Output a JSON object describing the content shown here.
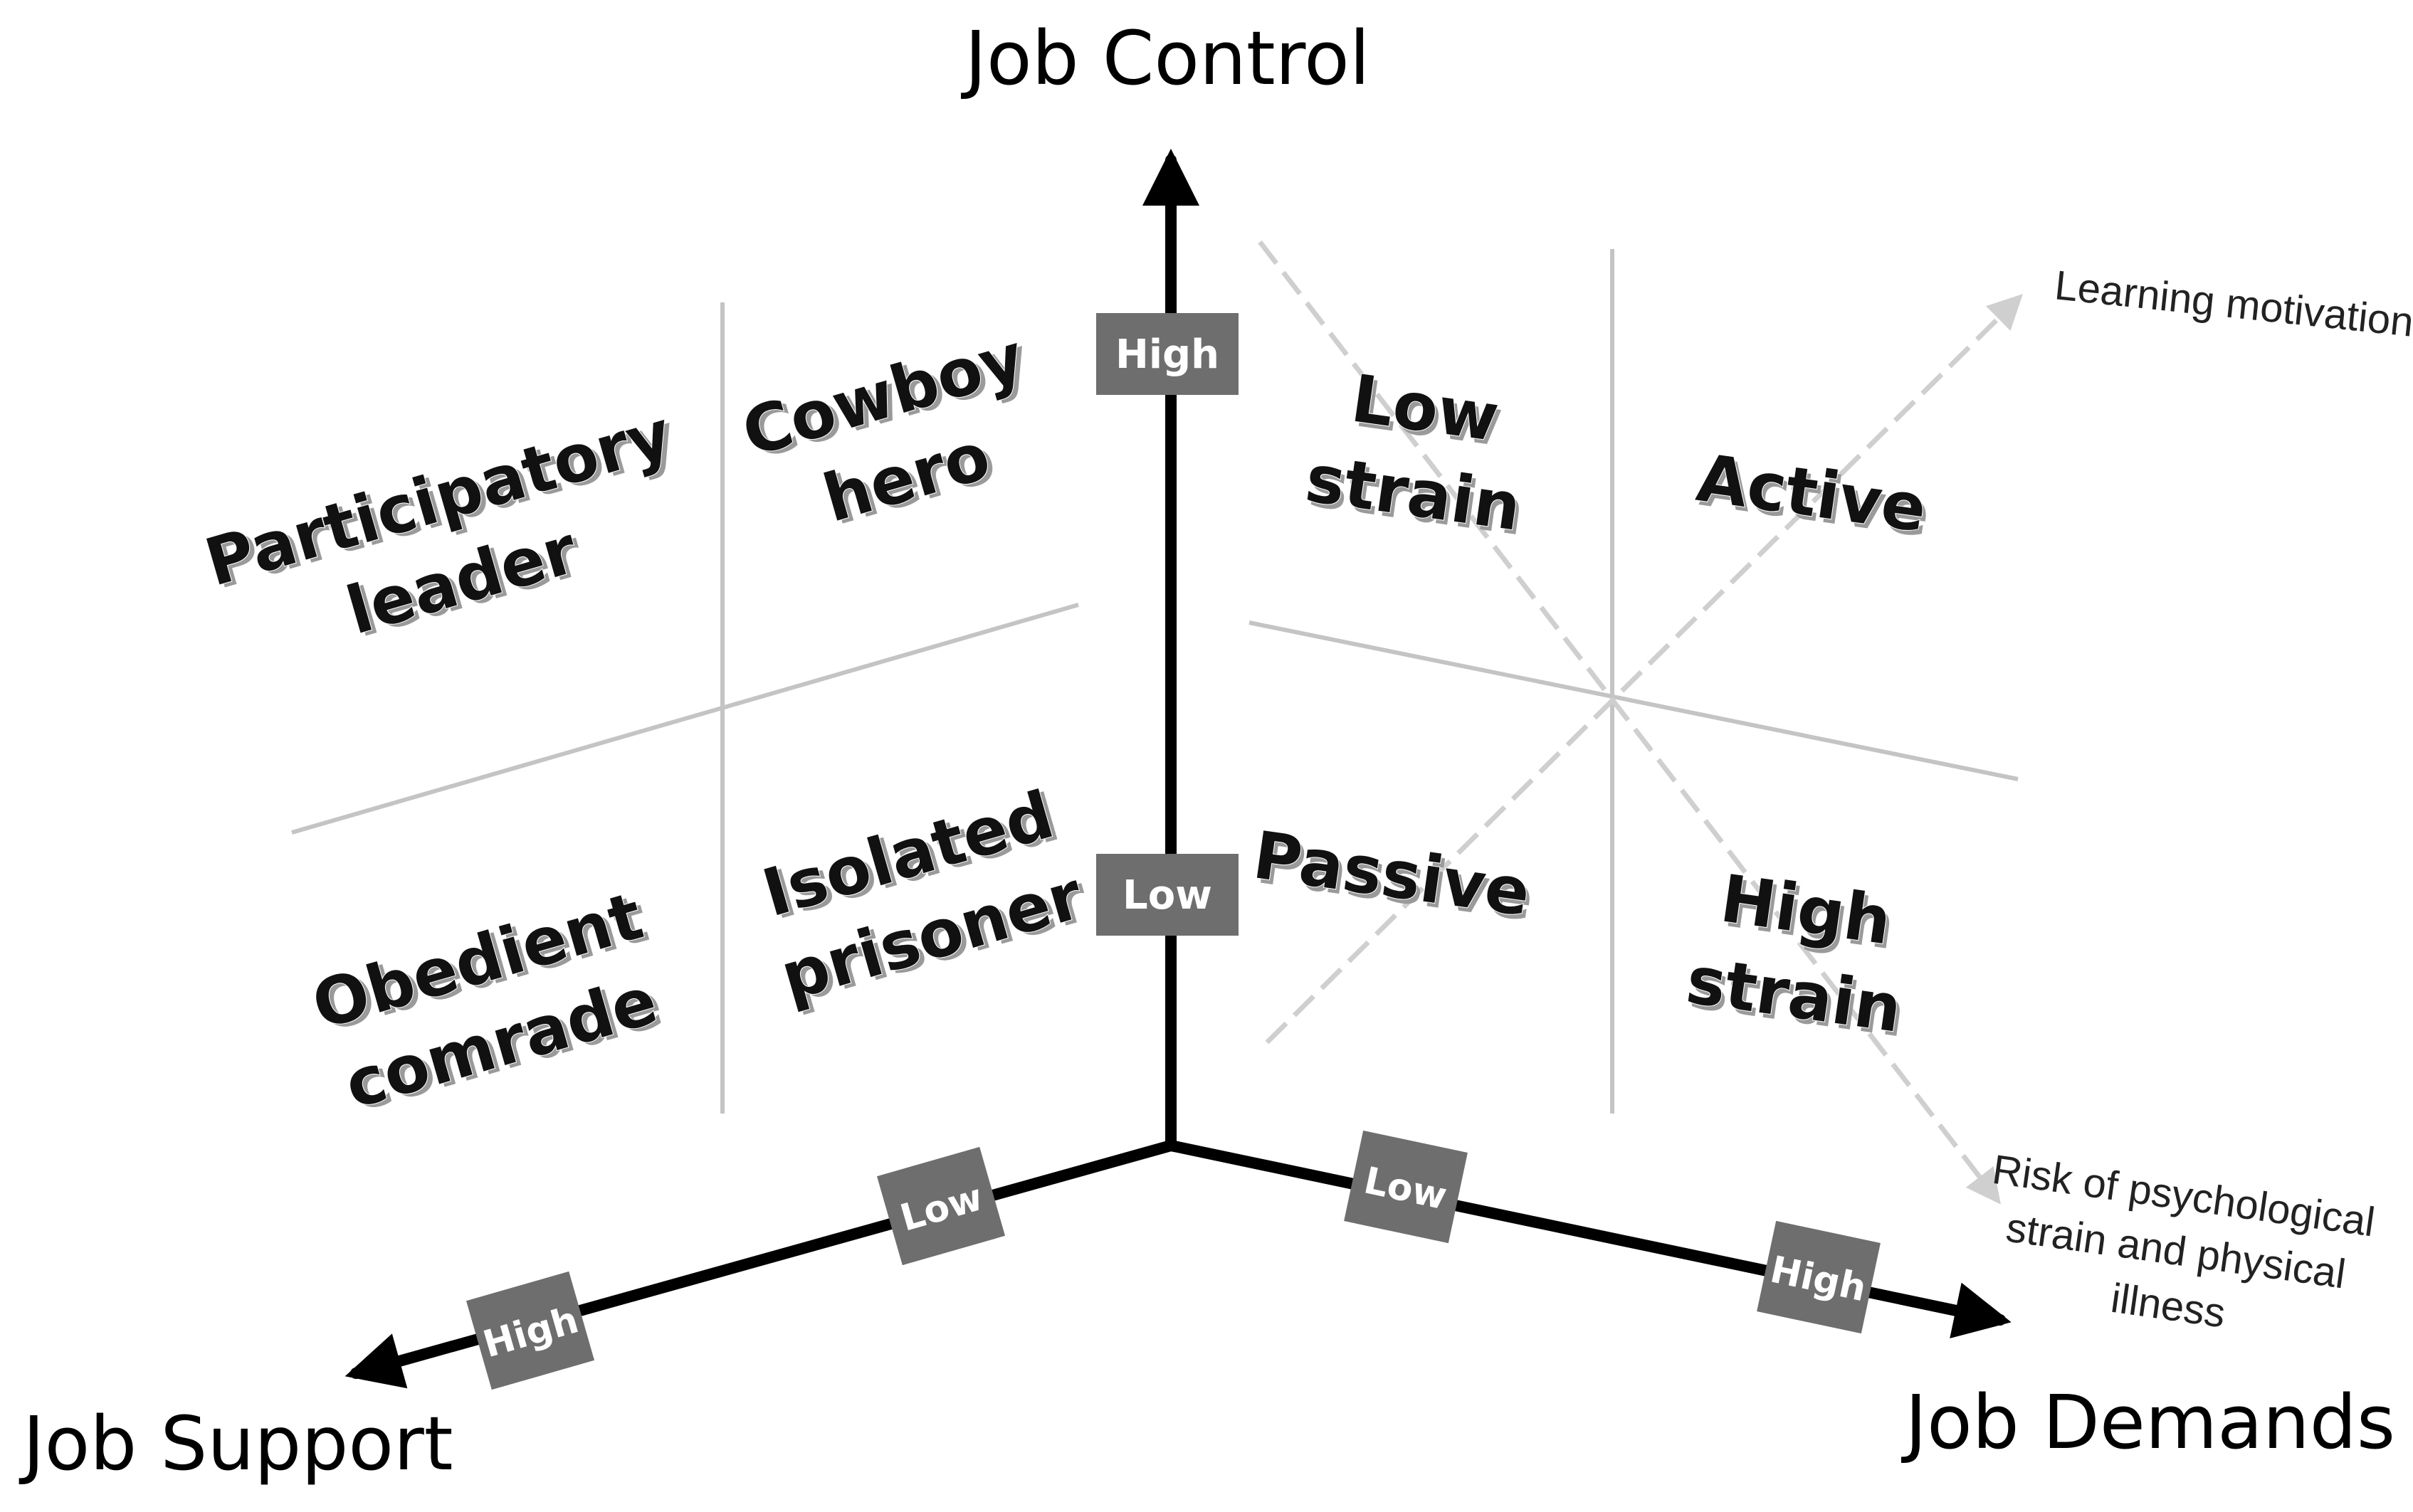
{
  "axes": {
    "control": {
      "title": "Job Control",
      "high": "High",
      "low": "Low"
    },
    "support": {
      "title": "Job Support",
      "high": "High",
      "low": "Low"
    },
    "demands": {
      "title": "Job Demands",
      "high": "High",
      "low": "Low"
    }
  },
  "left_quadrants": {
    "participatory": [
      "Participatory",
      "leader"
    ],
    "cowboy": [
      "Cowboy",
      "hero"
    ],
    "obedient": [
      "Obedient",
      "comrade"
    ],
    "isolated": [
      "Isolated",
      "prisoner"
    ]
  },
  "right_quadrants": {
    "low_strain": [
      "Low",
      "strain"
    ],
    "active": [
      "Active"
    ],
    "passive": [
      "Passive"
    ],
    "high_strain": [
      "High",
      "strain"
    ]
  },
  "diagonals": {
    "learning": "Learning motivation",
    "risk": [
      "Risk of psychological",
      "strain and physical",
      "illness"
    ]
  },
  "colors": {
    "axis": "#000000",
    "tag_fill": "#6e6e6e",
    "grid": "#c4c4c4",
    "dash": "#cfcfcf"
  }
}
